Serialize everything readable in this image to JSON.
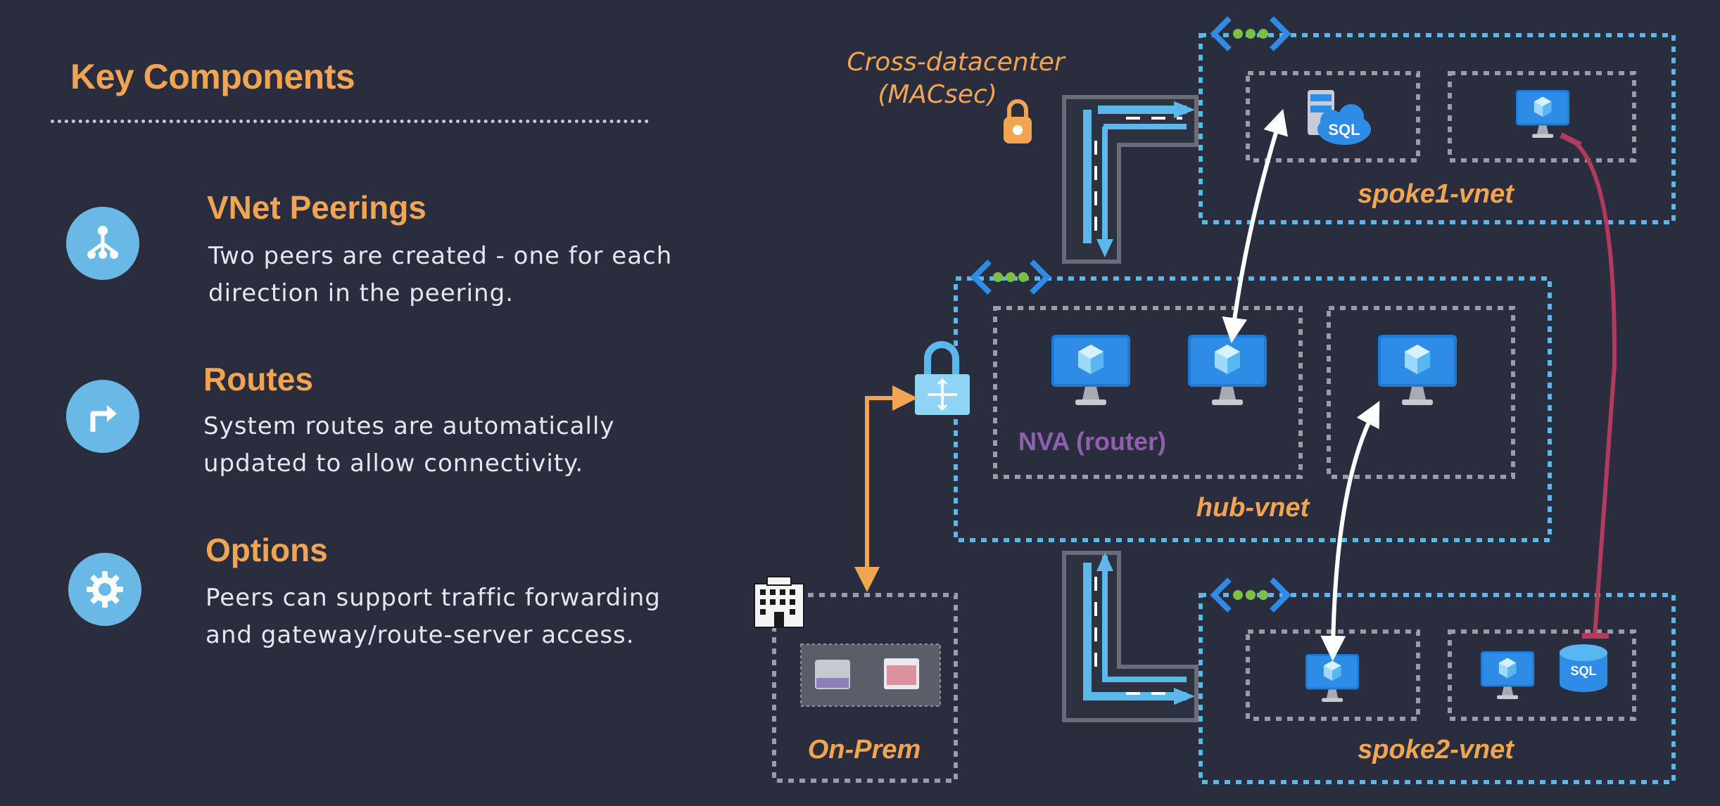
{
  "sidebar": {
    "heading": "Key Components",
    "items": [
      {
        "title": "VNet Peerings",
        "desc_line1": "Two peers are created - one for each",
        "desc_line2": "direction in the peering.",
        "icon": "hierarchy-icon"
      },
      {
        "title": "Routes",
        "desc_line1": "System routes are automatically",
        "desc_line2": "updated to allow connectivity.",
        "icon": "turn-right-arrow-icon"
      },
      {
        "title": "Options",
        "desc_line1": "Peers can support traffic forwarding",
        "desc_line2": "and gateway/route-server access.",
        "icon": "gear-icon"
      }
    ]
  },
  "diagram": {
    "cross_dc_line1": "Cross-datacenter",
    "cross_dc_line2": "(MACsec)",
    "nva_label": "NVA (router)",
    "hub_label": "hub-vnet",
    "spoke1_label": "spoke1-vnet",
    "spoke2_label": "spoke2-vnet",
    "onprem_label": "On-Prem",
    "sql_label": "SQL"
  },
  "colors": {
    "background": "#2a2d3d",
    "accent_orange": "#f1a553",
    "vnet_border": "#5cb8ea",
    "subnet_border": "#9a9ca6",
    "nva_purple": "#8f5fb0",
    "deny_line": "#b23a5c"
  }
}
